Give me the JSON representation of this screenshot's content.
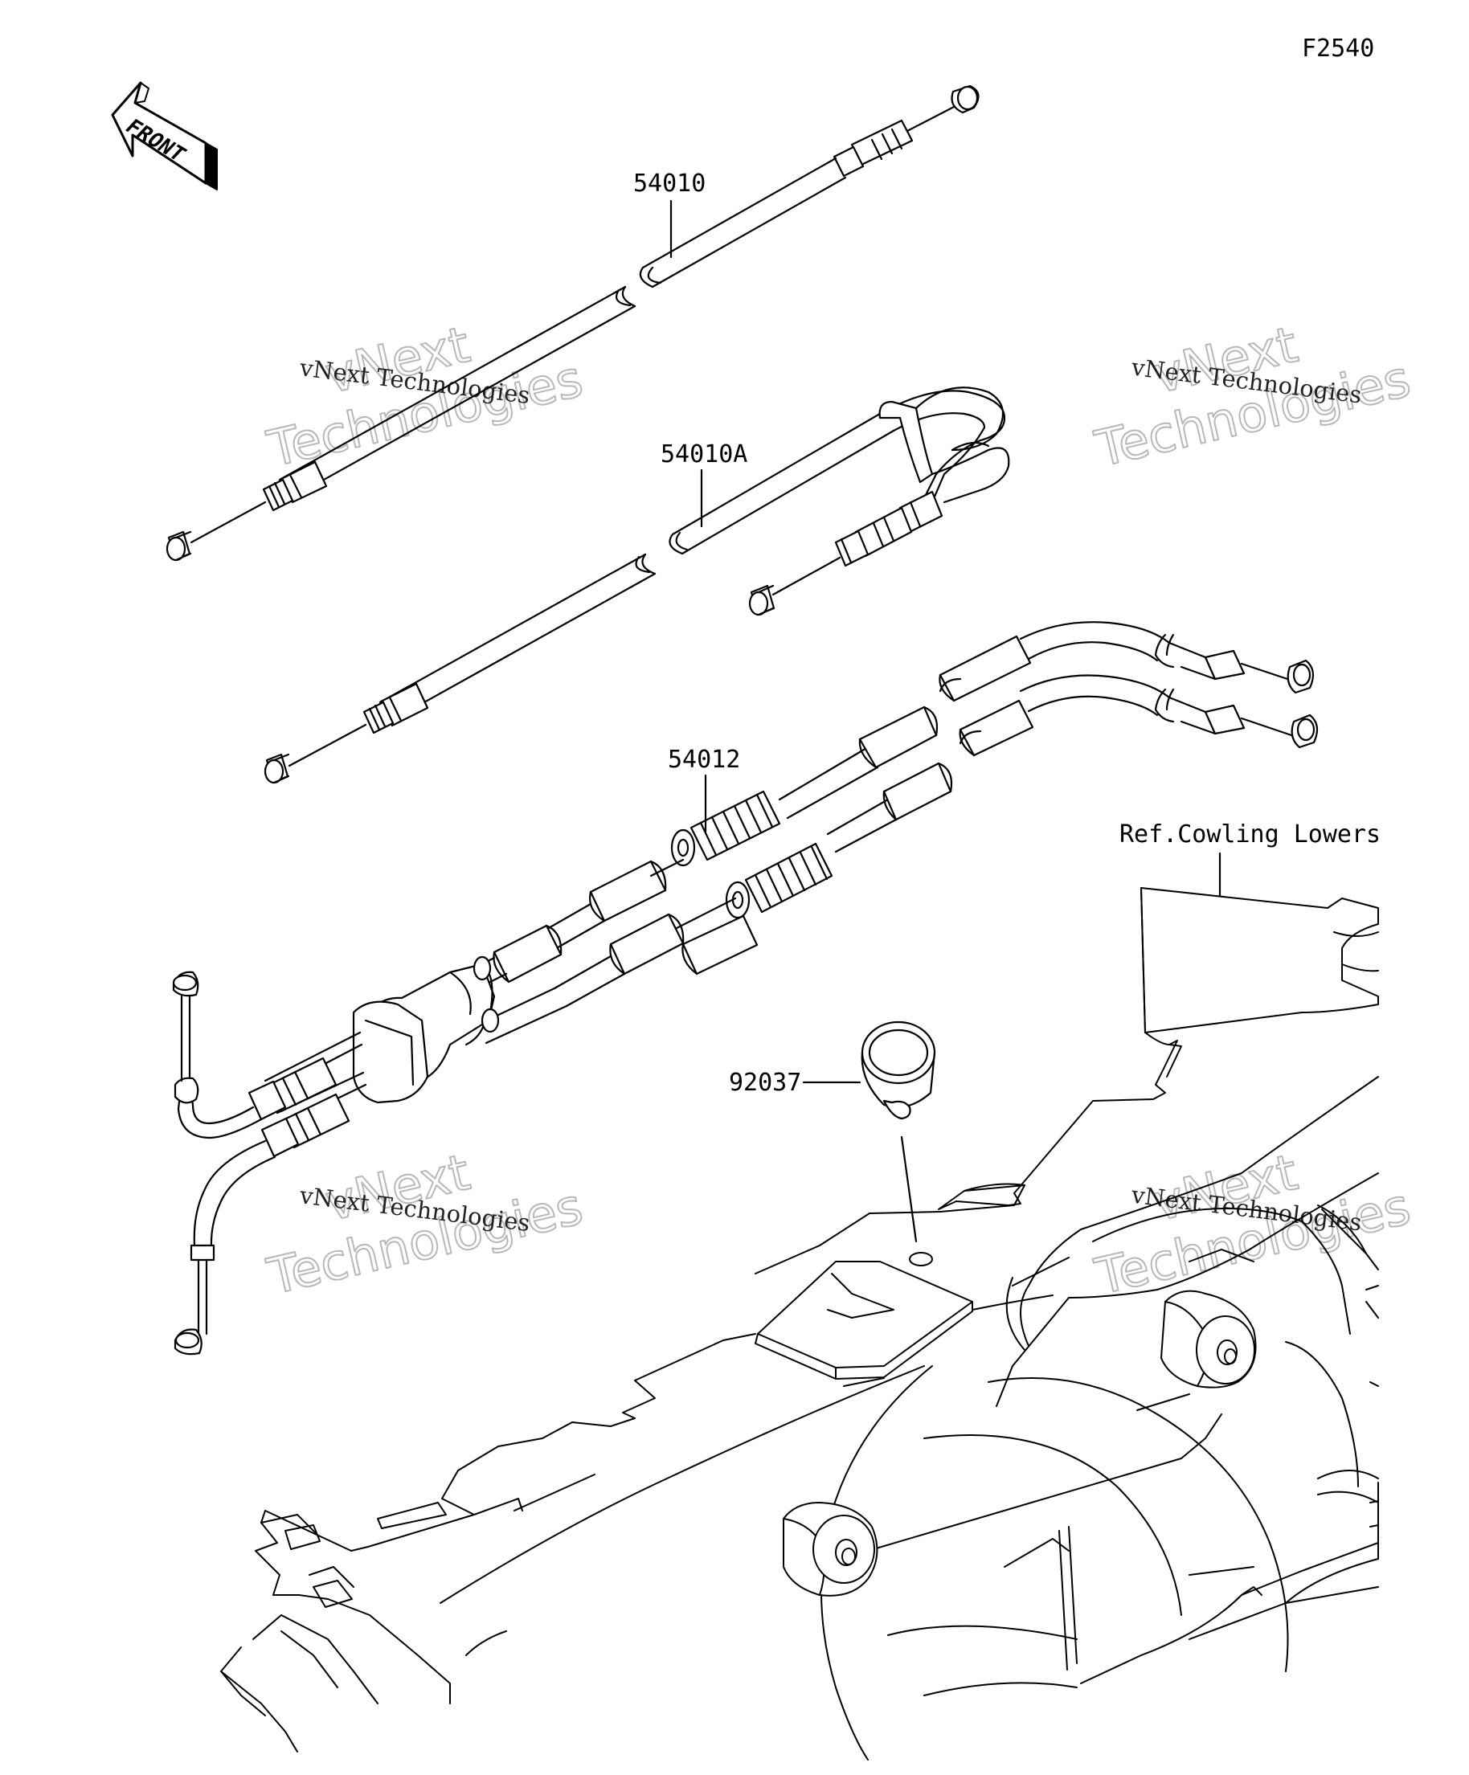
{
  "diagram": {
    "code": "F2540",
    "front_label": "FRONT",
    "parts": [
      {
        "id": "54010",
        "label": "54010"
      },
      {
        "id": "54010A",
        "label": "54010A"
      },
      {
        "id": "54012",
        "label": "54012"
      },
      {
        "id": "92037",
        "label": "92037"
      }
    ],
    "reference": "Ref.Cowling Lowers",
    "watermark": {
      "line1": "vNext",
      "line2": "Technologies",
      "caption": "vNext Technologies"
    }
  }
}
